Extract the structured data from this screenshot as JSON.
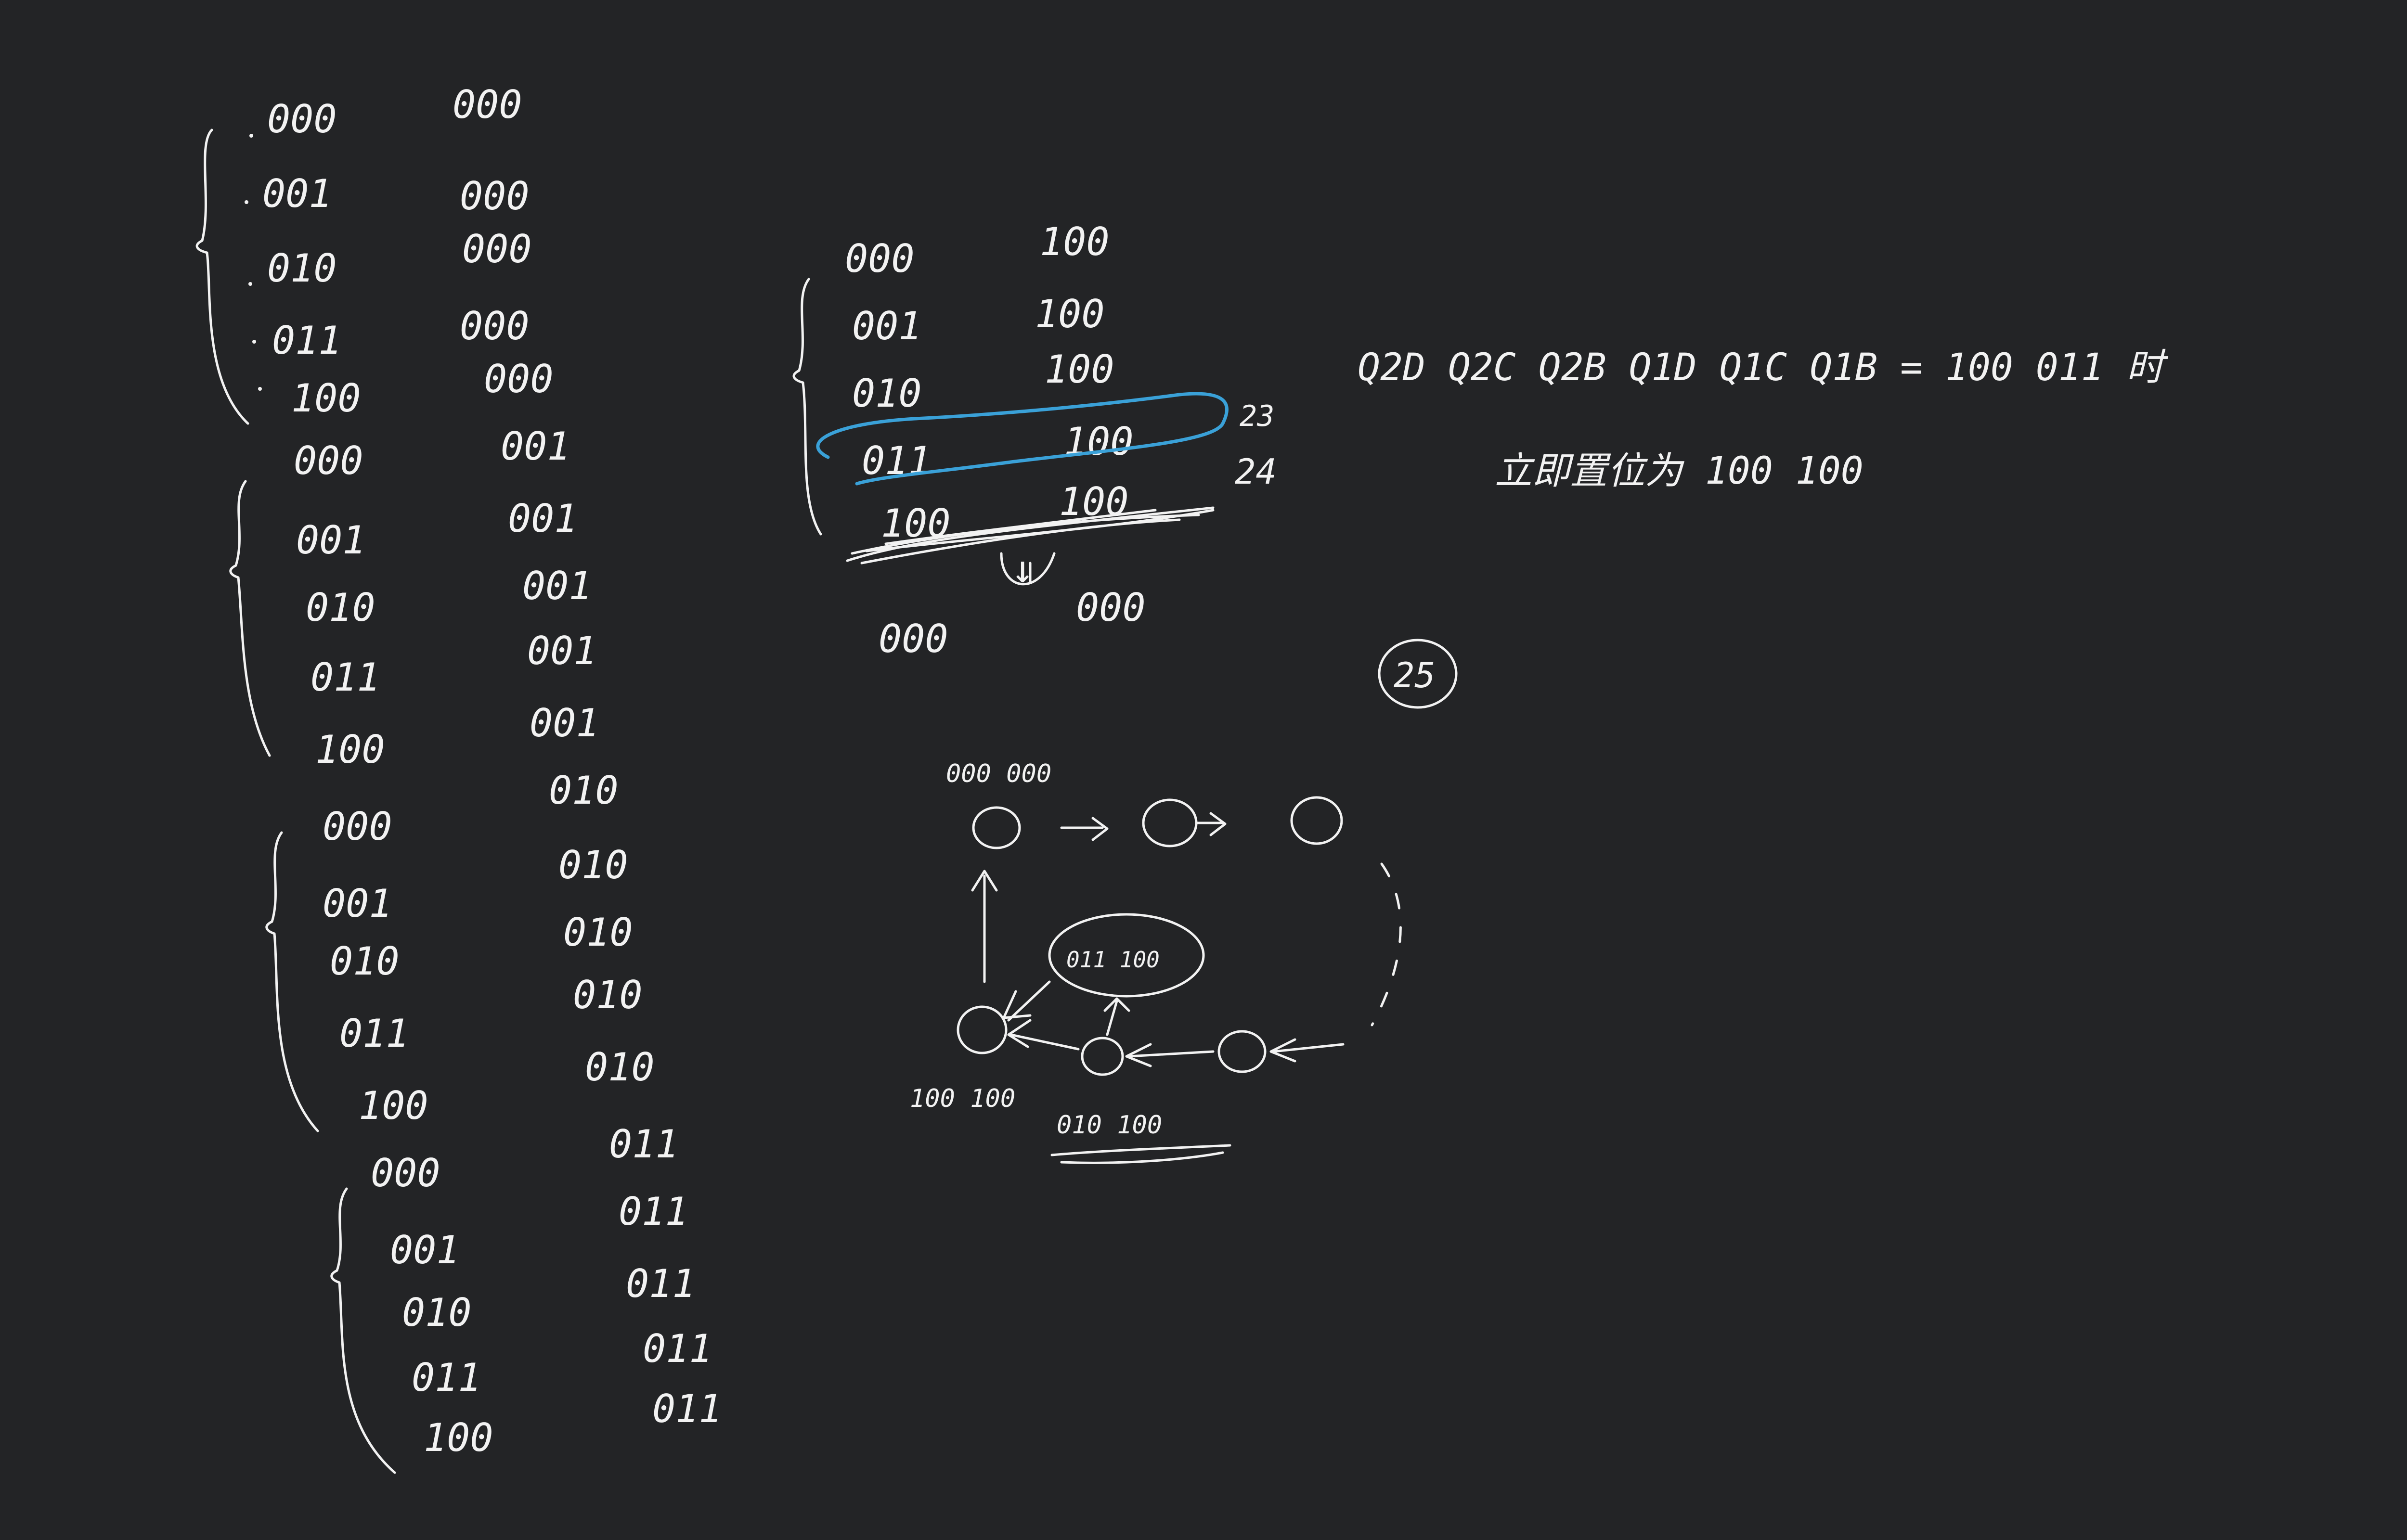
{
  "canvas": {
    "background": "#232426",
    "ink_color": "#f2f2f2",
    "highlight_color": "#3aa1d8"
  },
  "left_table": {
    "groups": [
      {
        "rows": [
          [
            "000",
            "000"
          ],
          [
            "001",
            "000"
          ],
          [
            "010",
            "000"
          ],
          [
            "011",
            "000"
          ],
          [
            "100",
            "000"
          ]
        ]
      },
      {
        "rows": [
          [
            "000",
            "001"
          ],
          [
            "001",
            "001"
          ],
          [
            "010",
            "001"
          ],
          [
            "011",
            "001"
          ],
          [
            "100",
            "001"
          ]
        ]
      },
      {
        "rows": [
          [
            "000",
            "010"
          ],
          [
            "001",
            "010"
          ],
          [
            "010",
            "010"
          ],
          [
            "011",
            "010"
          ],
          [
            "100",
            "010"
          ]
        ]
      },
      {
        "rows": [
          [
            "000",
            "011"
          ],
          [
            "001",
            "011"
          ],
          [
            "010",
            "011"
          ],
          [
            "011",
            "011"
          ],
          [
            "100",
            "011"
          ]
        ]
      }
    ]
  },
  "middle_table": {
    "rows": [
      [
        "000",
        "100"
      ],
      [
        "001",
        "100"
      ],
      [
        "010",
        "100"
      ],
      [
        "011",
        "100"
      ],
      [
        "100",
        "100"
      ]
    ],
    "side_labels": [
      "23",
      "24"
    ],
    "below_arrow": "↓",
    "below_row": [
      "000",
      "000"
    ]
  },
  "equation": {
    "line1": "Q2D Q2C Q2B  Q1D Q1C Q1B = 100 011 时",
    "line2": "立即置位为 100  100"
  },
  "circled_number": "25",
  "state_diagram": {
    "top_label": "000 000",
    "bubble_label": "011 100",
    "left_label": "100 100",
    "bottom_label": "010 100"
  }
}
